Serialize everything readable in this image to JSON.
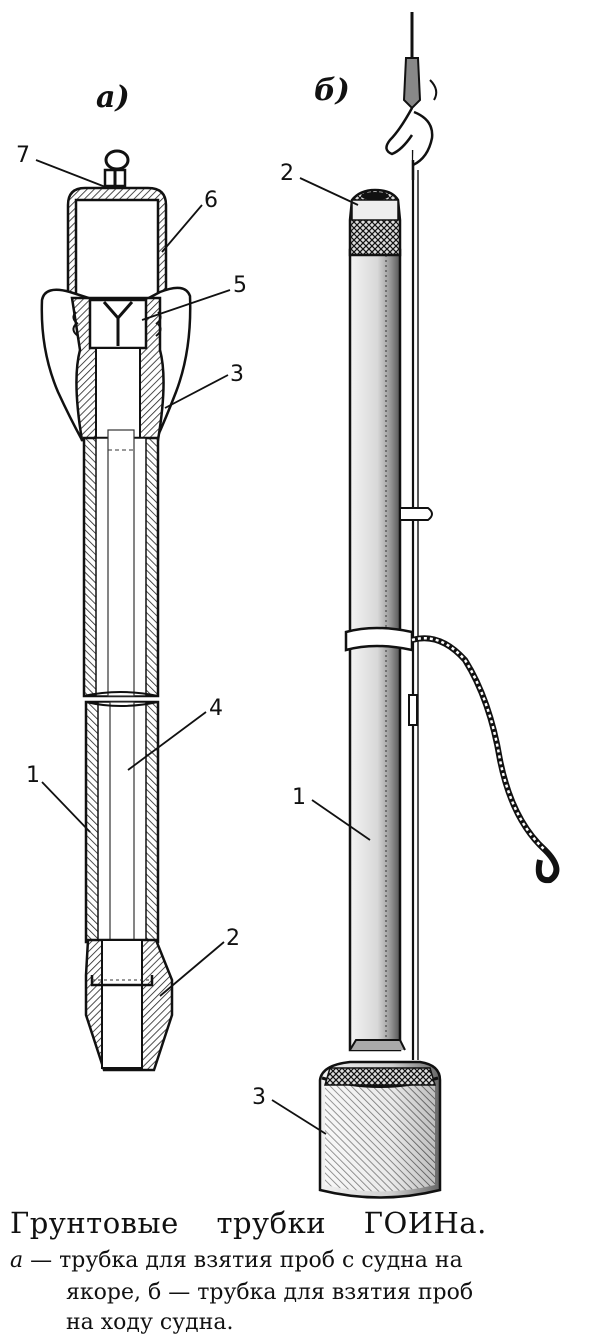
{
  "panels": {
    "a": "а)",
    "b": "б)"
  },
  "labels_a": {
    "n7": "7",
    "n6": "6",
    "n5": "5",
    "n3": "3",
    "n4": "4",
    "n1": "1",
    "n2": "2"
  },
  "labels_b": {
    "n2": "2",
    "n1": "1",
    "n3": "3"
  },
  "caption": {
    "title": "Грунтовые трубки ГОИНа.",
    "line1_letter": "а",
    "line1_text": " — трубка для взятия проб с судна на",
    "line2": "якоре, б — трубка для взятия проб",
    "line3": "на ходу судна."
  }
}
